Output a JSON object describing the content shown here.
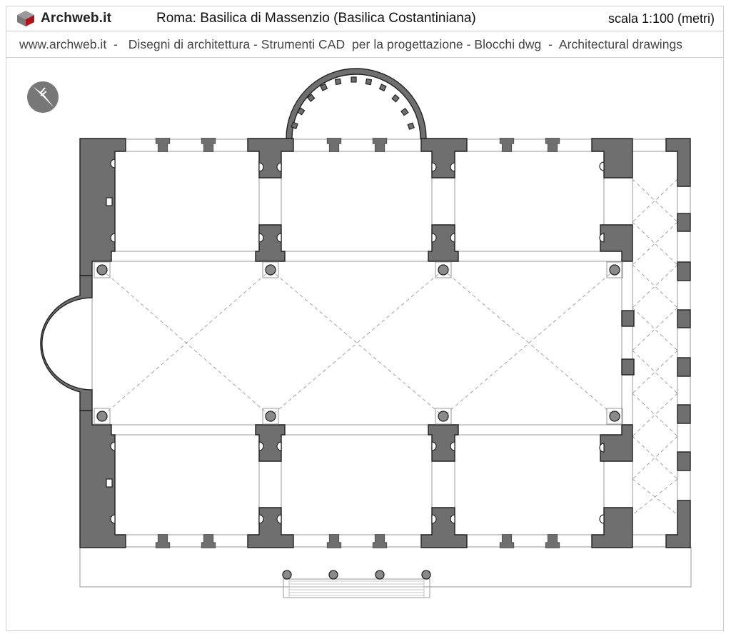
{
  "header": {
    "brand": "Archweb.it",
    "title": "Roma: Basilica di Massenzio (Basilica Costantiniana)",
    "scale": "scala 1:100 (metri)"
  },
  "subheader": {
    "tagline": "www.archweb.it  -   Disegni di architettura - Strumenti CAD  per la progettazione - Blocchi dwg  -  Architectural drawings"
  },
  "icons": {
    "brand_logo": "cube-logo-icon",
    "north_arrow": "north-arrow-icon"
  },
  "colors": {
    "wall_fill": "#6f6f6f",
    "line": "#222222",
    "thin_line": "#9a9a9a",
    "brand_red": "#b3121b"
  }
}
